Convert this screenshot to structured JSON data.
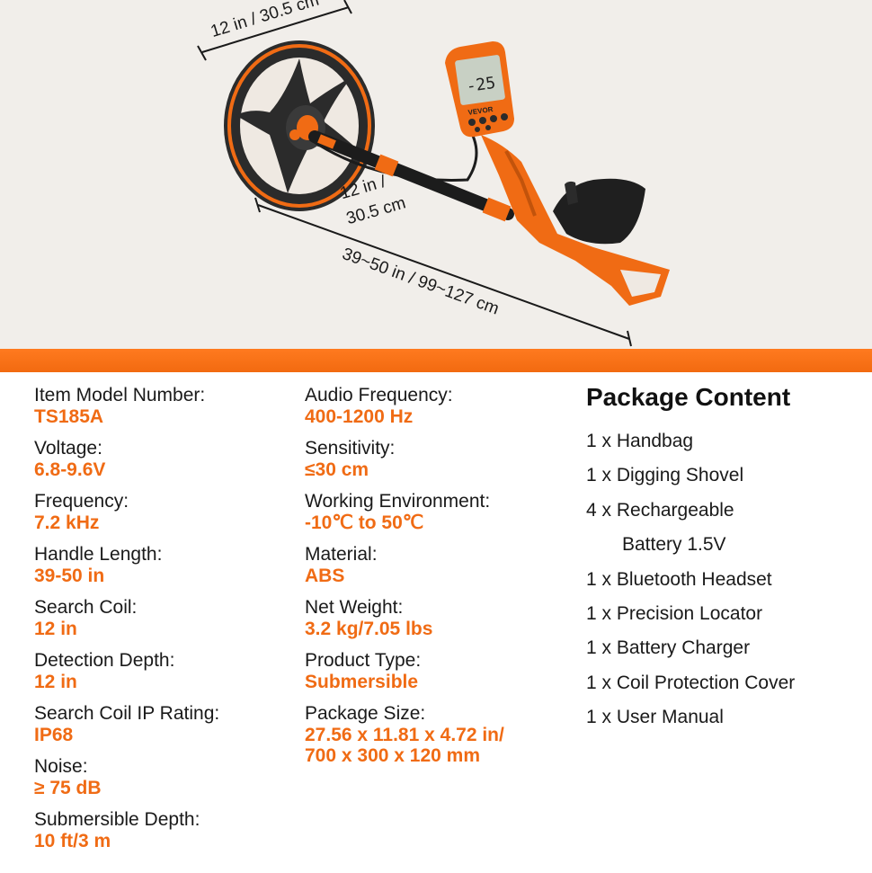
{
  "dimensions": {
    "coil_diameter": "12 in / 30.5 cm",
    "coil_depth_line1": "12 in /",
    "coil_depth_line2": "30.5 cm",
    "length": "39~50 in / 99~127 cm"
  },
  "specs_left": [
    {
      "label": "Item Model Number:",
      "value": "TS185A"
    },
    {
      "label": "Voltage:",
      "value": "6.8-9.6V"
    },
    {
      "label": "Frequency:",
      "value": "7.2 kHz"
    },
    {
      "label": "Handle Length:",
      "value": "39-50 in"
    },
    {
      "label": "Search Coil:",
      "value": "12 in"
    },
    {
      "label": "Detection Depth:",
      "value": "12 in"
    },
    {
      "label": "Search Coil IP Rating:",
      "value": "IP68"
    },
    {
      "label": "Noise:",
      "value": "≥ 75 dB"
    },
    {
      "label": "Submersible Depth:",
      "value": "10 ft/3 m"
    }
  ],
  "specs_mid": [
    {
      "label": "Audio Frequency:",
      "value": "400-1200 Hz"
    },
    {
      "label": "Sensitivity:",
      "value": "≤30 cm"
    },
    {
      "label": "Working Environment:",
      "value": "-10℃ to 50℃"
    },
    {
      "label": "Material:",
      "value": "ABS"
    },
    {
      "label": "Net Weight:",
      "value": "3.2 kg/7.05 lbs"
    },
    {
      "label": "Product Type:",
      "value": "Submersible"
    },
    {
      "label": "Package Size:",
      "value": "27.56 x 11.81 x 4.72 in/",
      "value2": "700 x 300 x 120 mm"
    }
  ],
  "package": {
    "title": "Package Content",
    "items": [
      {
        "text": "1 x Handbag"
      },
      {
        "text": "1 x Digging Shovel"
      },
      {
        "text": "4 x Rechargeable",
        "cont": "Battery 1.5V"
      },
      {
        "text": "1 x Bluetooth Headset"
      },
      {
        "text": "1 x Precision Locator"
      },
      {
        "text": "1 x Battery Charger"
      },
      {
        "text": "1 x Coil Protection Cover"
      },
      {
        "text": "1 x User Manual"
      }
    ]
  },
  "display": {
    "readout": "-25",
    "brand": "VEVOR"
  },
  "colors": {
    "accent": "#f06b14",
    "band": "#f26a10",
    "hero_bg": "#f1eeea",
    "body_dark": "#2b2b2b"
  }
}
